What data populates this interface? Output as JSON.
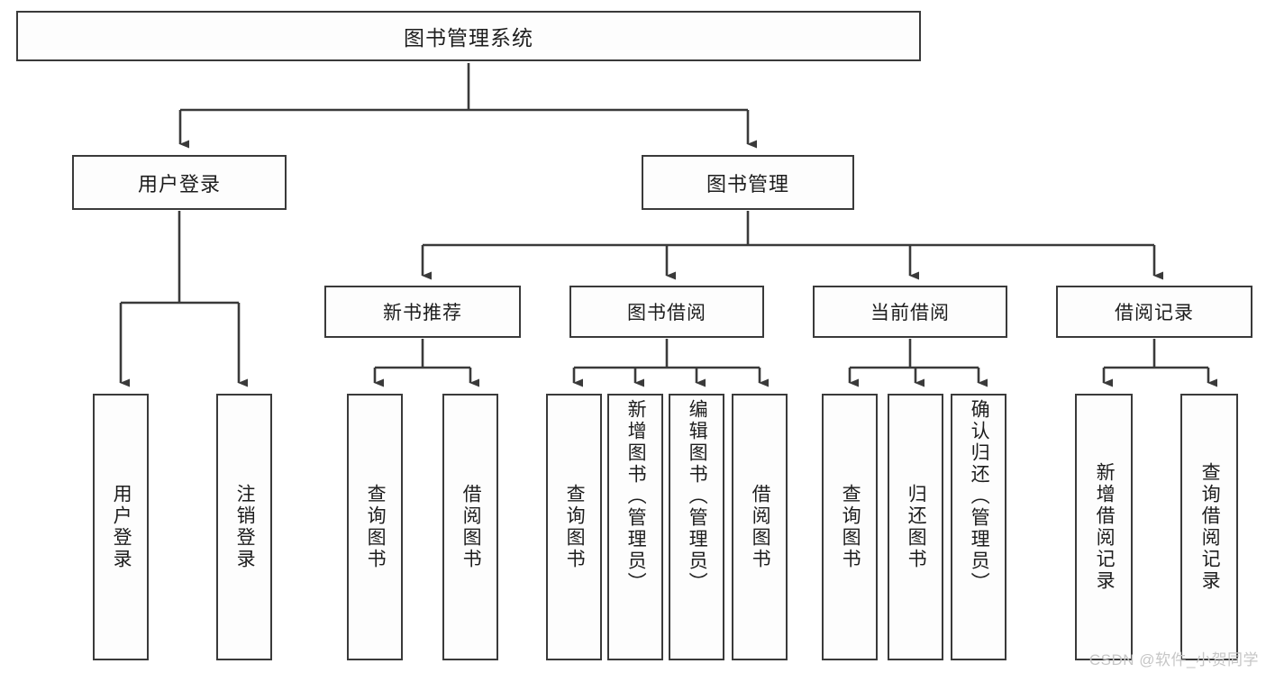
{
  "diagram": {
    "title": "图书管理系统",
    "type": "tree",
    "root": {
      "label": "图书管理系统"
    },
    "level1": [
      {
        "label": "用户登录"
      },
      {
        "label": "图书管理"
      }
    ],
    "level2": [
      {
        "label": "新书推荐"
      },
      {
        "label": "图书借阅"
      },
      {
        "label": "当前借阅"
      },
      {
        "label": "借阅记录"
      }
    ],
    "leaves": {
      "user_login": [
        {
          "label": "用户登录"
        },
        {
          "label": "注销登录"
        }
      ],
      "new_book_recommend": [
        {
          "label": "查询图书"
        },
        {
          "label": "借阅图书"
        }
      ],
      "book_borrow": [
        {
          "label": "查询图书"
        },
        {
          "label": "新增图书（管理员）"
        },
        {
          "label": "编辑图书（管理员）"
        },
        {
          "label": "借阅图书"
        }
      ],
      "current_borrow": [
        {
          "label": "查询图书"
        },
        {
          "label": "归还图书"
        },
        {
          "label": "确认归还（管理员）"
        }
      ],
      "borrow_record": [
        {
          "label": "新增借阅记录"
        },
        {
          "label": "查询借阅记录"
        }
      ]
    }
  },
  "watermark": {
    "text": "CSDN @软件_小贺同学"
  },
  "colors": {
    "border": "#3a3a3a",
    "box_fill": "#fdfdfd",
    "text": "#1d1d1d",
    "watermark": "#c6c6c6",
    "page_background": "#ffffff"
  }
}
